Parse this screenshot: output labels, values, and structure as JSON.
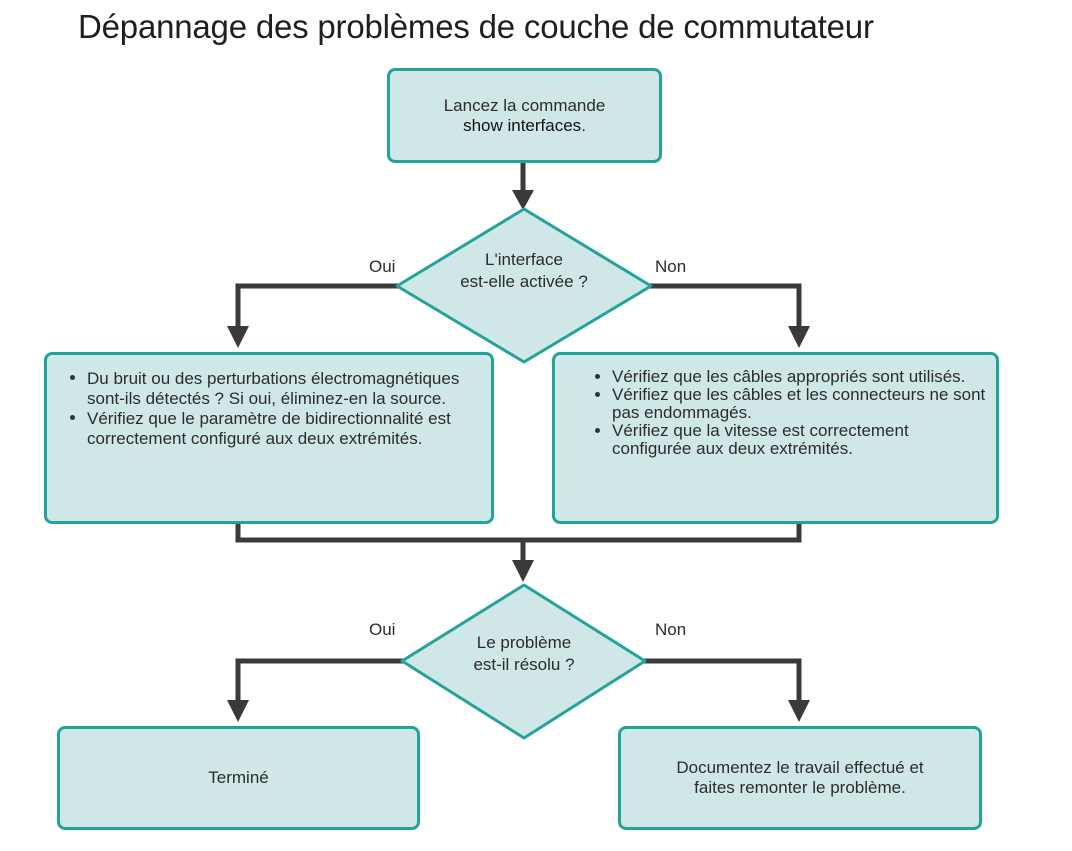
{
  "title": "Dépannage des problèmes de couche de commutateur",
  "start": {
    "line1": "Lancez la commande",
    "command": "show interfaces",
    "suffix": "."
  },
  "decision1": {
    "line1": "L'interface",
    "line2": "est-elle activée ?",
    "yes_label": "Oui",
    "no_label": "Non"
  },
  "yes_box": {
    "items": [
      "Du bruit ou des perturbations électromagnétiques sont-ils détectés ? Si oui, éliminez-en la source.",
      "Vérifiez que le paramètre de bidirectionnalité est correctement configuré aux deux extrémités."
    ]
  },
  "no_box": {
    "items": [
      "Vérifiez que les câbles appropriés sont utilisés.",
      "Vérifiez que les câbles et les connecteurs ne sont pas endommagés.",
      "Vérifiez que la vitesse est correctement configurée aux deux extrémités."
    ]
  },
  "decision2": {
    "line1": "Le problème",
    "line2": "est-il résolu ?",
    "yes_label": "Oui",
    "no_label": "Non"
  },
  "end_yes": {
    "text": "Terminé"
  },
  "end_no": {
    "line1": "Documentez le travail effectué et",
    "line2": "faites remonter le problème."
  },
  "colors": {
    "box_fill": "#cfe7e6",
    "box_border": "#24a39a",
    "arrow": "#3a3a3a"
  }
}
